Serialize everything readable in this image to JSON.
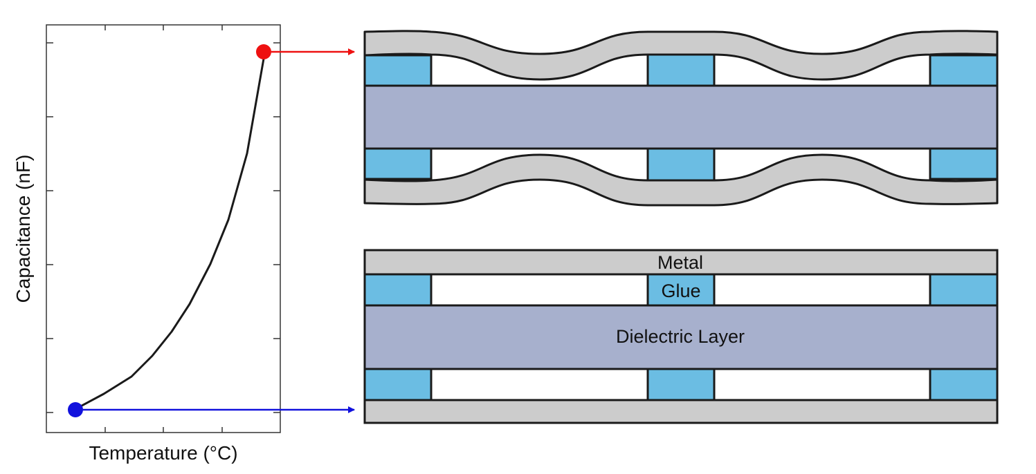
{
  "graph": {
    "xlabel": "Temperature (°C)",
    "ylabel": "Capacitance (nF)",
    "curve_color": "#1a1a1a",
    "hot_point_color": "#ee1111",
    "cold_point_color": "#1111dd"
  },
  "layers": {
    "metal_label": "Metal",
    "glue_label": "Glue",
    "dielectric_label": "Dielectric Layer",
    "metal_color": "#cccccc",
    "glue_color": "#6bbde3",
    "dielectric_color": "#a7b0cd",
    "outline_color": "#1a1a1a"
  }
}
